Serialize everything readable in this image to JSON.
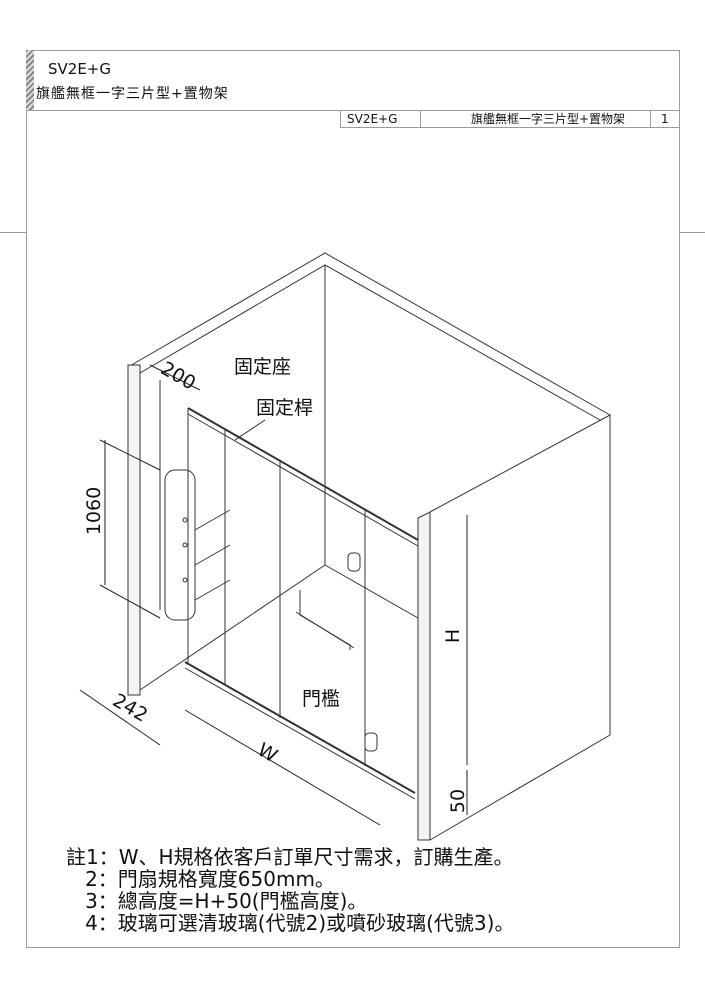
{
  "header": {
    "model": "SV2E+G",
    "name": "旗艦無框一字三片型+置物架"
  },
  "title_block": {
    "model": "SV2E+G",
    "name": "旗艦無框一字三片型+置物架",
    "page": "1"
  },
  "drawing": {
    "labels": {
      "fixed_seat": "固定座",
      "fixed_rod": "固定桿",
      "threshold": "門檻"
    },
    "dimensions": {
      "seat_depth": "200",
      "shelf_height": "1060",
      "height": "H",
      "threshold_height": "50",
      "depth": "242",
      "width": "W"
    }
  },
  "notes": [
    "註1：W、H規格依客戶訂單尺寸需求，訂購生產。",
    "   2：門扇規格寬度650mm。",
    "   3：總高度=H+50(門檻高度)。",
    "   4：玻璃可選清玻璃(代號2)或噴砂玻璃(代號3)。"
  ]
}
